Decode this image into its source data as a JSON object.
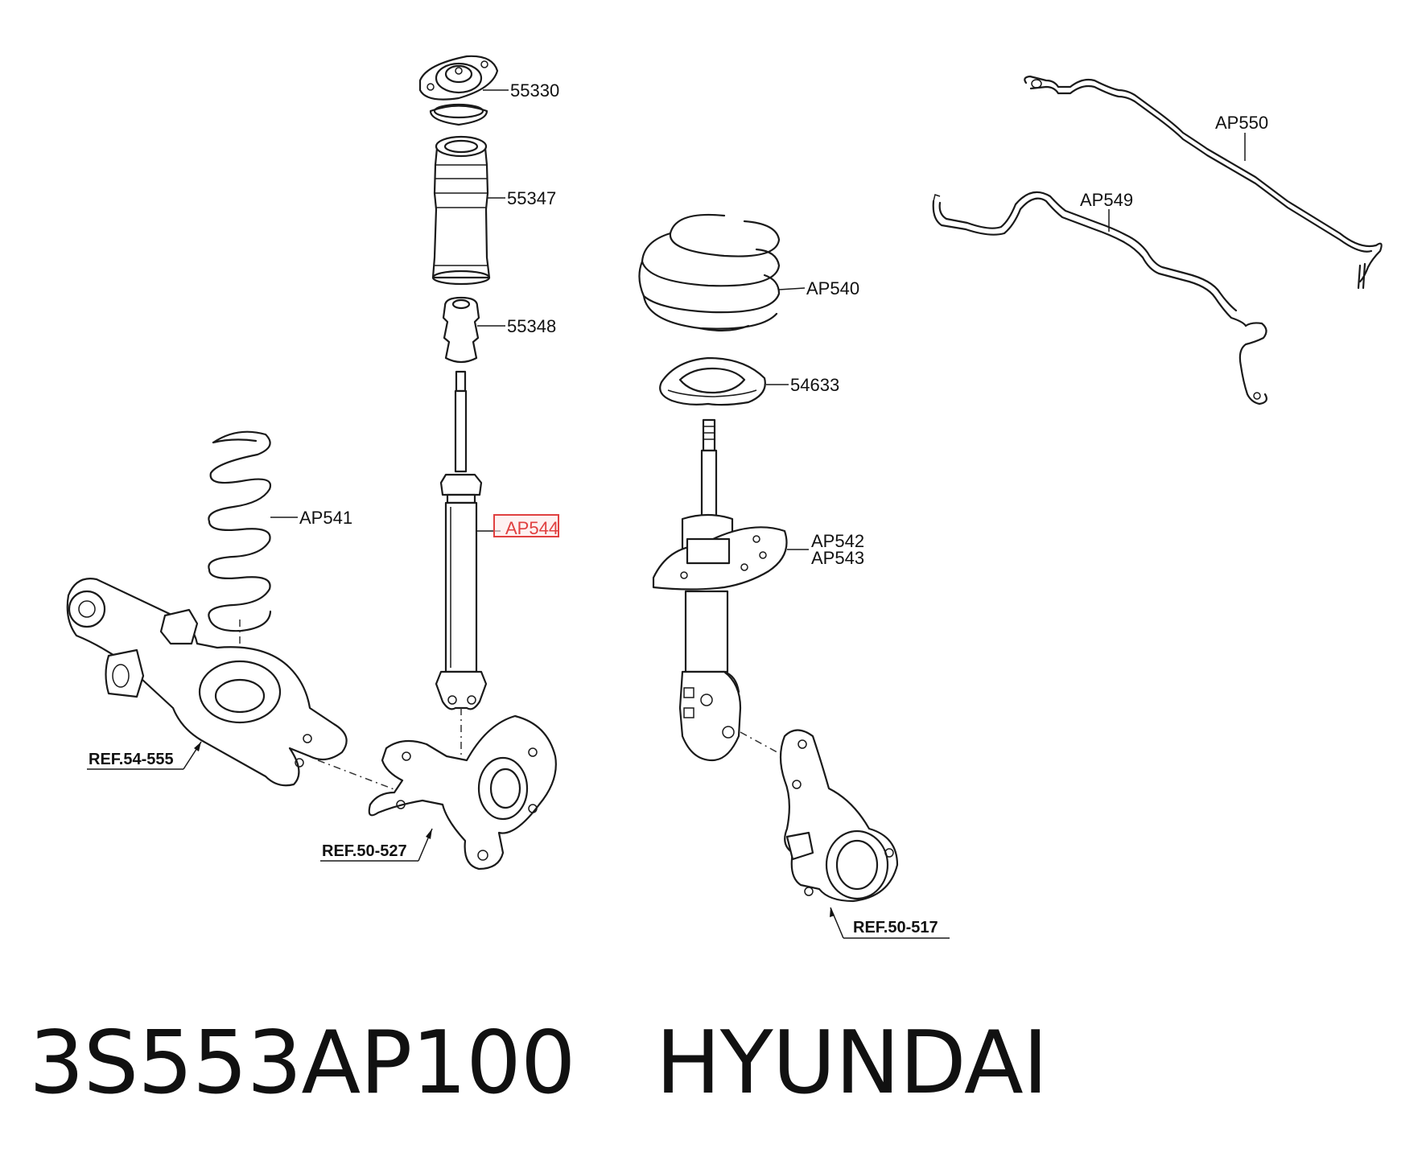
{
  "callouts": {
    "p55330": "55330",
    "p55347": "55347",
    "p55348": "55348",
    "ap544": "AP544",
    "ap541": "AP541",
    "ap540": "AP540",
    "p54633": "54633",
    "ap542": "AP542",
    "ap543": "AP543",
    "ap550": "AP550",
    "ap549": "AP549"
  },
  "references": {
    "ref_54_555": "REF.54-555",
    "ref_50_527": "REF.50-527",
    "ref_50_517": "REF.50-517"
  },
  "highlight": {
    "part": "AP544",
    "color": "#e04040"
  },
  "footer": {
    "part_number": "3S553AP100",
    "brand": "HYUNDAI"
  }
}
